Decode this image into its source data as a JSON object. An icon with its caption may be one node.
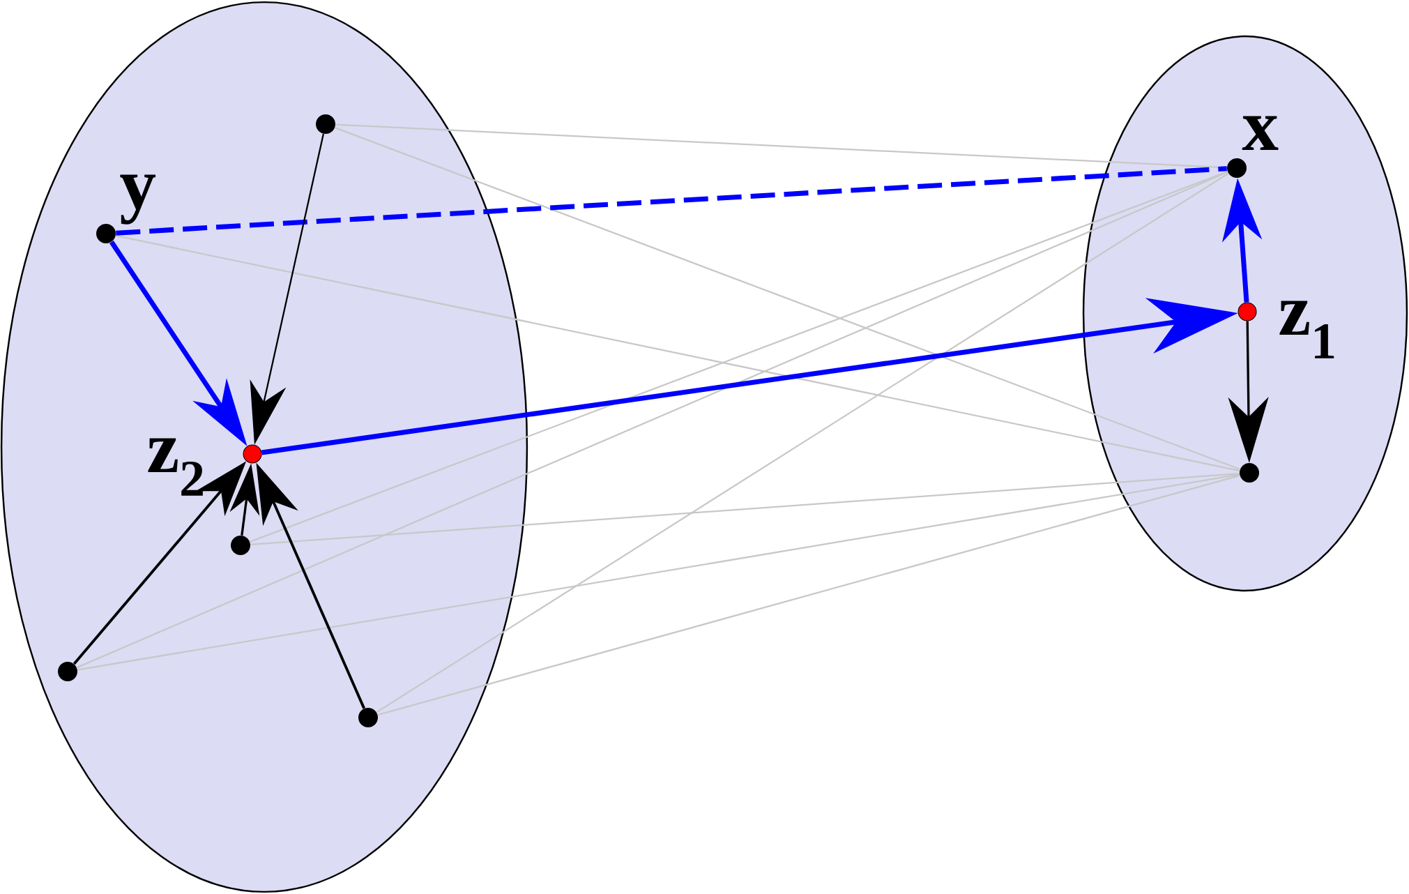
{
  "diagram": {
    "nodes": [
      {
        "text": [],
        "shape": "ellipse"
      },
      {
        "text": [],
        "shape": "circle",
        "in": 0
      },
      {
        "text": [],
        "shape": "circle",
        "in": 0,
        "beside": [
          "y"
        ]
      },
      {
        "text": [],
        "shape": "circle",
        "in": 0,
        "beside": [
          "z$_{2}$"
        ]
      },
      {
        "text": [],
        "shape": "circle",
        "in": 0
      },
      {
        "text": [],
        "shape": "circle",
        "in": 0
      },
      {
        "text": [],
        "shape": "circle",
        "in": 0
      },
      {
        "text": [],
        "shape": "ellipse"
      },
      {
        "text": [],
        "shape": "circle",
        "in": 7,
        "beside": [
          "x"
        ]
      },
      {
        "text": [],
        "shape": "circle",
        "in": 7,
        "beside": [
          "z$_{1}$"
        ]
      },
      {
        "text": [],
        "shape": "circle",
        "in": 7
      }
    ],
    "edges": [
      {
        "from": 1,
        "to": 8,
        "arrow": "none"
      },
      {
        "from": 1,
        "to": 10,
        "arrow": "none"
      },
      {
        "from": 2,
        "to": 10,
        "arrow": "none"
      },
      {
        "from": 4,
        "to": 8,
        "arrow": "none"
      },
      {
        "from": 4,
        "to": 10,
        "arrow": "none"
      },
      {
        "from": 5,
        "to": 8,
        "arrow": "none"
      },
      {
        "from": 5,
        "to": 10,
        "arrow": "none"
      },
      {
        "from": 6,
        "to": 8,
        "arrow": "none"
      },
      {
        "from": 6,
        "to": 10,
        "arrow": "none"
      },
      {
        "from": 2,
        "to": 8,
        "arrow": "none",
        "style": "dashed",
        "color": "#0000ff"
      },
      {
        "from": 2,
        "to": 3,
        "arrow": "to",
        "style": "thick",
        "color": "#0000ff"
      },
      {
        "from": 1,
        "to": 3,
        "arrow": "to",
        "color": "#000000"
      },
      {
        "from": 3,
        "to": 9,
        "arrow": "to",
        "style": "thick",
        "color": "#0000ff"
      },
      {
        "from": 9,
        "to": 8,
        "arrow": "to",
        "style": "thick",
        "color": "#0000ff"
      },
      {
        "from": 9,
        "to": 10,
        "arrow": "to",
        "color": "#000000"
      },
      {
        "from": 4,
        "to": 3,
        "arrow": "to",
        "color": "#000000"
      },
      {
        "from": 5,
        "to": 3,
        "arrow": "to",
        "color": "#000000"
      },
      {
        "from": 6,
        "to": 3,
        "arrow": "to",
        "color": "#000000"
      }
    ]
  }
}
